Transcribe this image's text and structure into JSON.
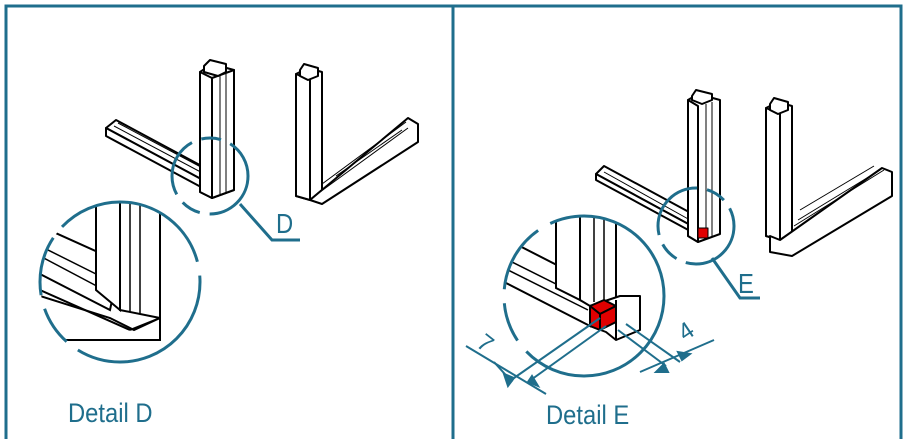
{
  "left_panel": {
    "callout": "D",
    "caption": "Detail D"
  },
  "right_panel": {
    "callout": "E",
    "caption": "Detail E",
    "dim_left": "7",
    "dim_right": "4"
  },
  "colors": {
    "border": "#1f6e8c",
    "outline": "#000000",
    "highlight": "#e00000"
  }
}
